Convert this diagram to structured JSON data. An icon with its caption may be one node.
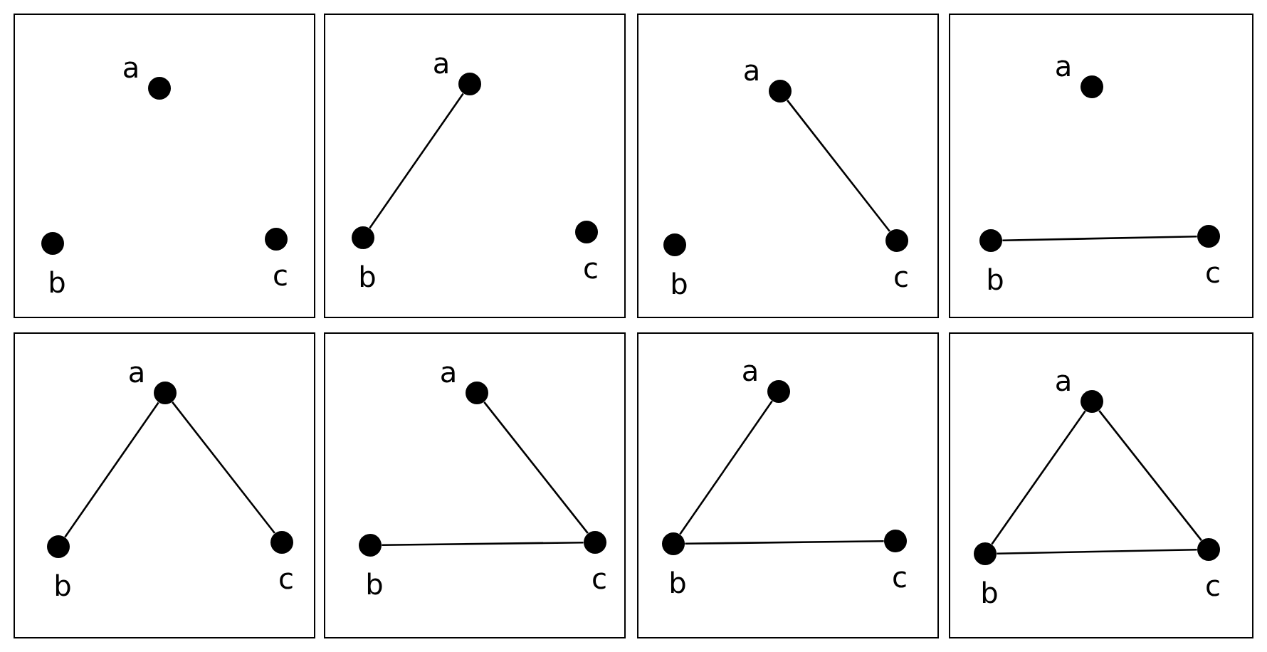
{
  "diagram": {
    "nodes": [
      {
        "text": [],
        "shape": "box"
      },
      {
        "text": [],
        "shape": "circle",
        "in": 0,
        "beside": [
          "a"
        ]
      },
      {
        "text": [],
        "shape": "circle",
        "in": 0,
        "beside": [
          "b"
        ]
      },
      {
        "text": [],
        "shape": "circle",
        "in": 0,
        "beside": [
          "c"
        ]
      },
      {
        "text": [],
        "shape": "box"
      },
      {
        "text": [],
        "shape": "circle",
        "in": 4,
        "beside": [
          "a"
        ]
      },
      {
        "text": [],
        "shape": "circle",
        "in": 4,
        "beside": [
          "b"
        ]
      },
      {
        "text": [],
        "shape": "circle",
        "in": 4,
        "beside": [
          "c"
        ]
      },
      {
        "text": [],
        "shape": "box"
      },
      {
        "text": [],
        "shape": "circle",
        "in": 8,
        "beside": [
          "a"
        ]
      },
      {
        "text": [],
        "shape": "circle",
        "in": 8,
        "beside": [
          "b"
        ]
      },
      {
        "text": [],
        "shape": "circle",
        "in": 8,
        "beside": [
          "c"
        ]
      },
      {
        "text": [],
        "shape": "box"
      },
      {
        "text": [],
        "shape": "circle",
        "in": 12,
        "beside": [
          "a"
        ]
      },
      {
        "text": [],
        "shape": "circle",
        "in": 12,
        "beside": [
          "b"
        ]
      },
      {
        "text": [],
        "shape": "circle",
        "in": 12,
        "beside": [
          "c"
        ]
      },
      {
        "text": [],
        "shape": "box"
      },
      {
        "text": [],
        "shape": "circle",
        "in": 16,
        "beside": [
          "a"
        ]
      },
      {
        "text": [],
        "shape": "circle",
        "in": 16,
        "beside": [
          "b"
        ]
      },
      {
        "text": [],
        "shape": "circle",
        "in": 16,
        "beside": [
          "c"
        ]
      },
      {
        "text": [],
        "shape": "box"
      },
      {
        "text": [],
        "shape": "circle",
        "in": 20,
        "beside": [
          "a"
        ]
      },
      {
        "text": [],
        "shape": "circle",
        "in": 20,
        "beside": [
          "b"
        ]
      },
      {
        "text": [],
        "shape": "circle",
        "in": 20,
        "beside": [
          "c"
        ]
      },
      {
        "text": [],
        "shape": "box"
      },
      {
        "text": [],
        "shape": "circle",
        "in": 24,
        "beside": [
          "a"
        ]
      },
      {
        "text": [],
        "shape": "circle",
        "in": 24,
        "beside": [
          "b"
        ]
      },
      {
        "text": [],
        "shape": "circle",
        "in": 24,
        "beside": [
          "c"
        ]
      },
      {
        "text": [],
        "shape": "box"
      },
      {
        "text": [],
        "shape": "circle",
        "in": 28,
        "beside": [
          "a"
        ]
      },
      {
        "text": [],
        "shape": "circle",
        "in": 28,
        "beside": [
          "b"
        ]
      },
      {
        "text": [],
        "shape": "circle",
        "in": 28,
        "beside": [
          "c"
        ]
      }
    ],
    "edges": [
      {
        "from": 5,
        "to": 6,
        "arrow": "none"
      },
      {
        "from": 9,
        "to": 11,
        "arrow": "none"
      },
      {
        "from": 14,
        "to": 15,
        "arrow": "none"
      },
      {
        "from": 17,
        "to": 18,
        "arrow": "none"
      },
      {
        "from": 17,
        "to": 19,
        "arrow": "none"
      },
      {
        "from": 21,
        "to": 23,
        "arrow": "none"
      },
      {
        "from": 22,
        "to": 23,
        "arrow": "none"
      },
      {
        "from": 25,
        "to": 26,
        "arrow": "none"
      },
      {
        "from": 26,
        "to": 27,
        "arrow": "none"
      },
      {
        "from": 29,
        "to": 30,
        "arrow": "none"
      },
      {
        "from": 29,
        "to": 31,
        "arrow": "none"
      },
      {
        "from": 30,
        "to": 31,
        "arrow": "none"
      }
    ]
  }
}
